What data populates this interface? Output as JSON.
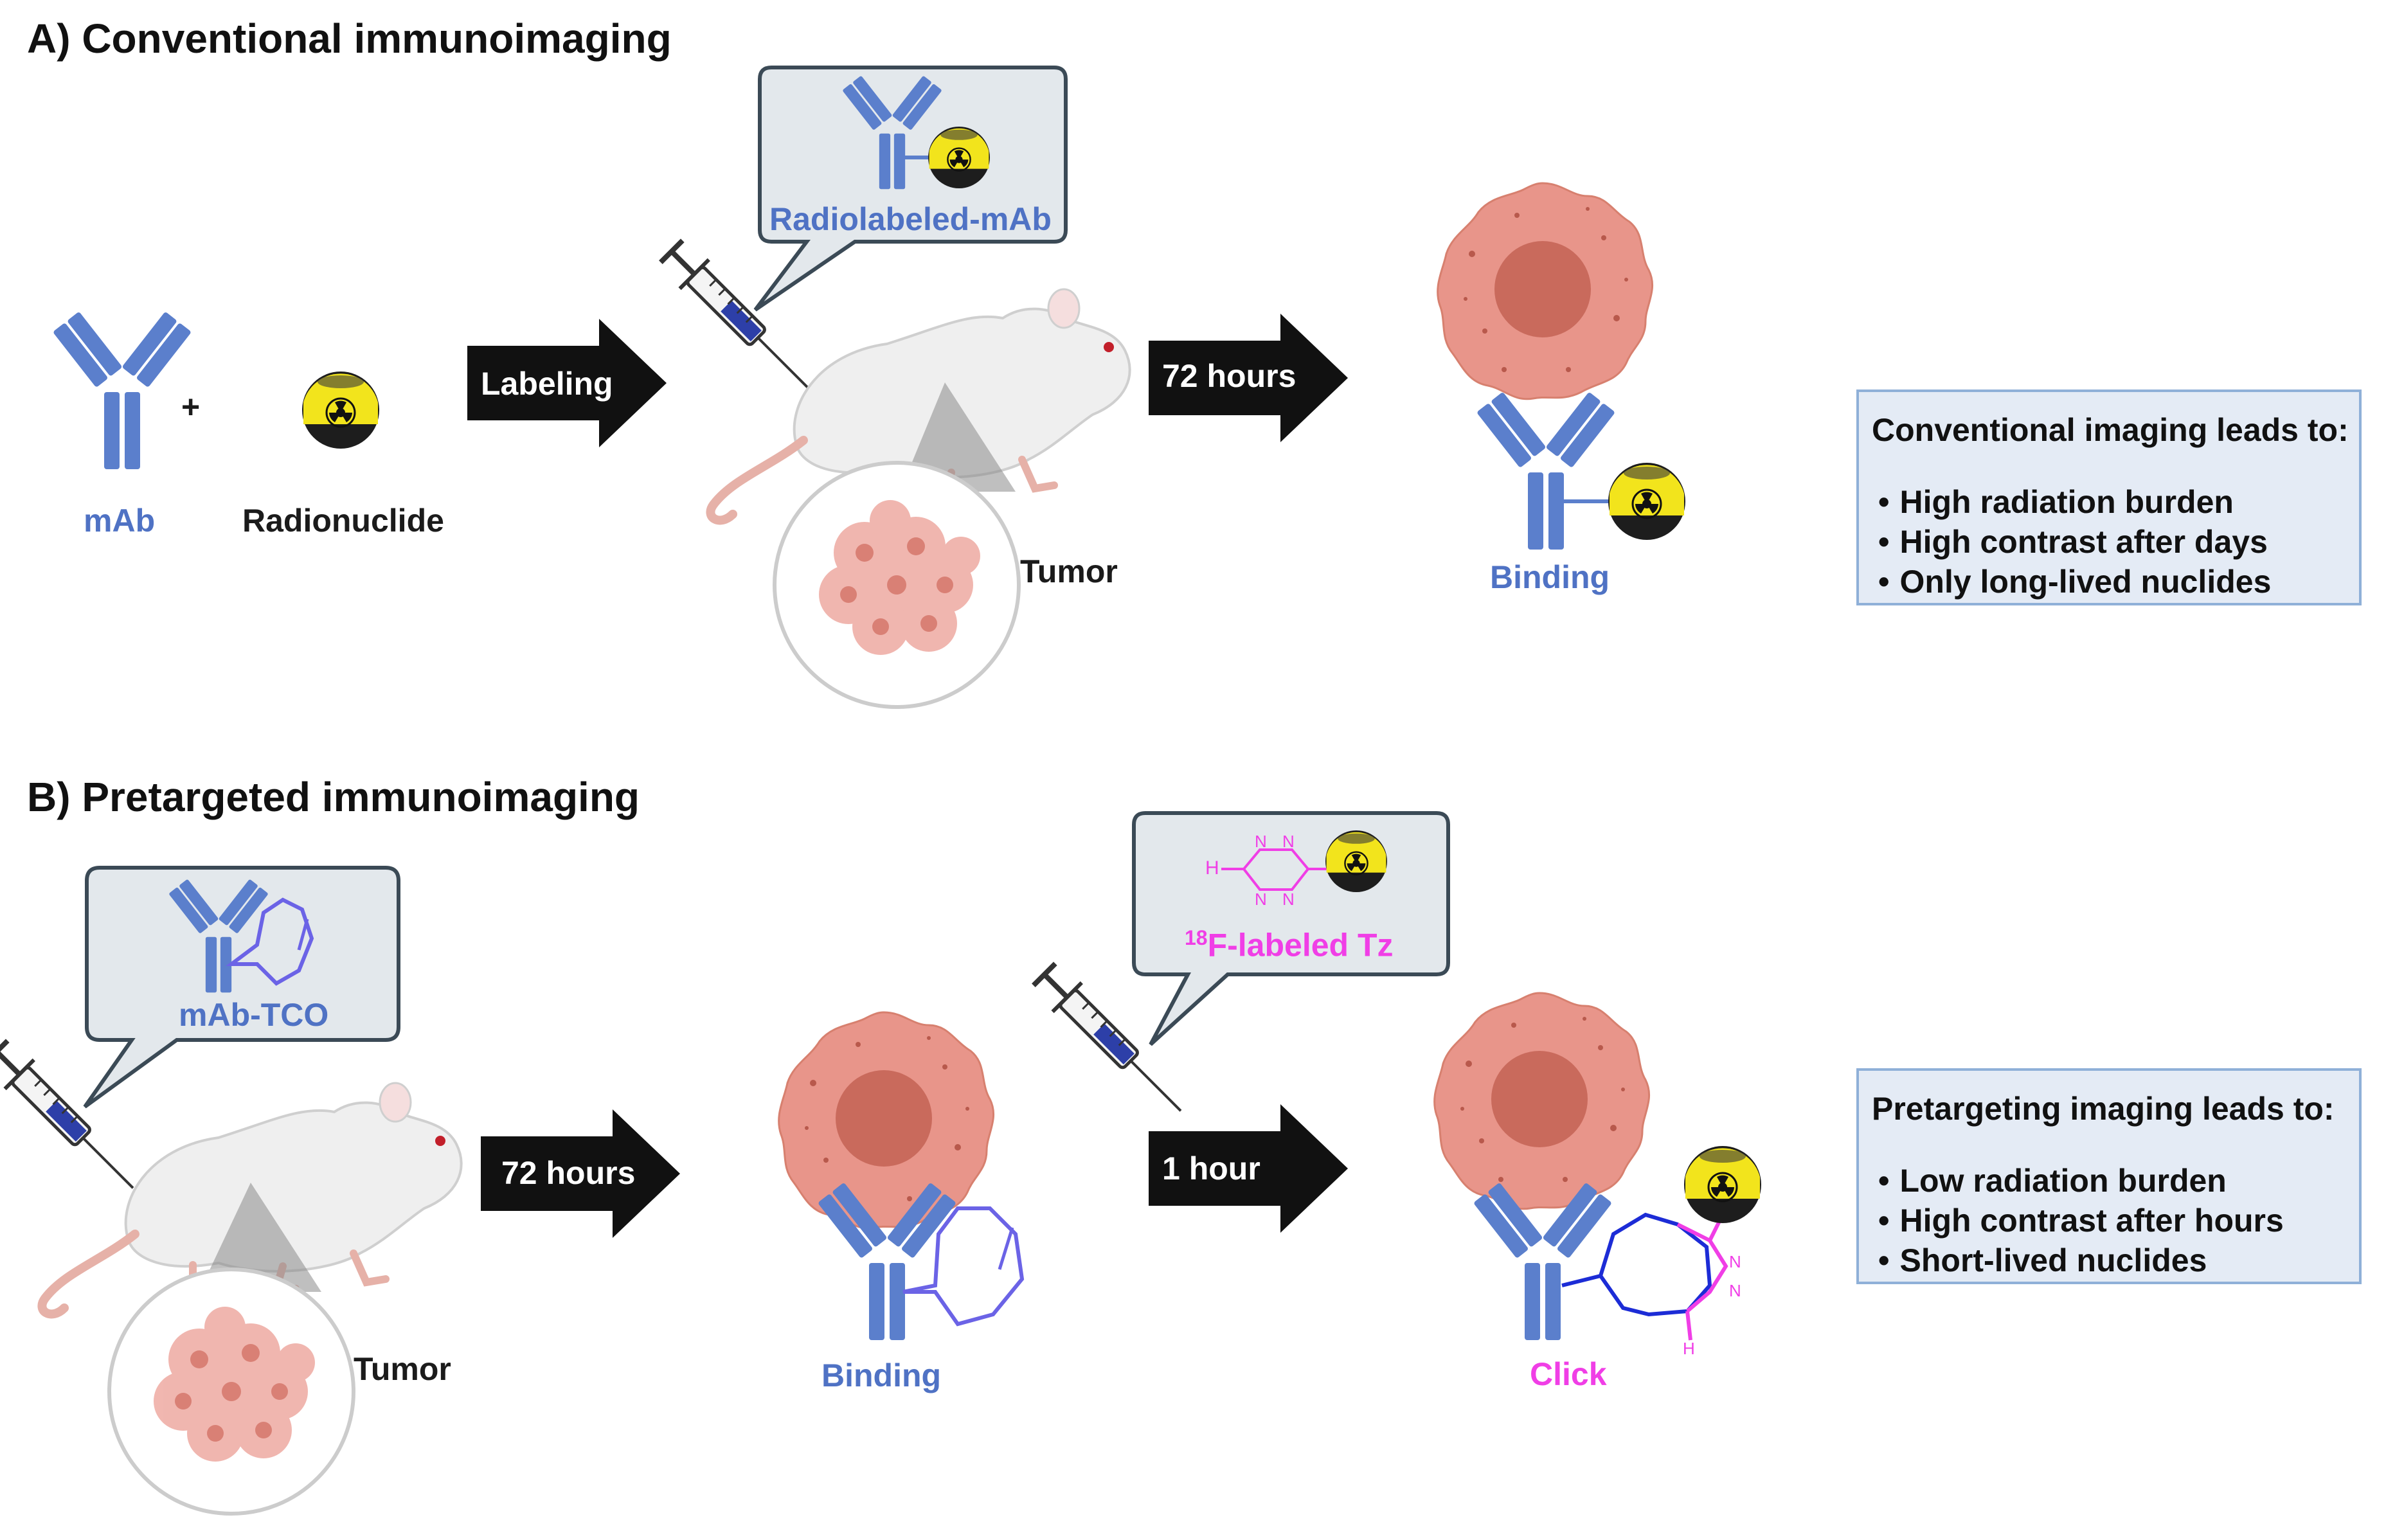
{
  "panel_a": {
    "title": "A) Conventional immunoimaging",
    "mab_label": "mAb",
    "plus": "+",
    "radionuclide_label": "Radionuclide",
    "step1_arrow": "Labeling",
    "callout_label": "Radiolabeled-mAb",
    "tumor_label": "Tumor",
    "step2_arrow": "72 hours",
    "binding_label": "Binding",
    "summary": {
      "heading": "Conventional imaging leads to:",
      "items": [
        "High radiation burden",
        "High contrast after days",
        "Only long-lived nuclides"
      ]
    }
  },
  "panel_b": {
    "title": "B) Pretargeted immunoimaging",
    "callout1_label": "mAb-TCO",
    "tumor_label": "Tumor",
    "step1_arrow": "72 hours",
    "binding_label": "Binding",
    "callout2_sup": "18",
    "callout2_label": "F-labeled Tz",
    "step2_arrow": "1 hour",
    "click_label": "Click",
    "tz_atoms": {
      "h": "H",
      "n": "N"
    },
    "summary": {
      "heading": "Pretargeting imaging leads to:",
      "items": [
        "Low radiation burden",
        "High contrast after hours",
        "Short-lived nuclides"
      ]
    }
  },
  "colors": {
    "antibody": "#5b7fcc",
    "tco": "#6b63e6",
    "tetrazine": "#f03ee6",
    "cell": "#e8958a",
    "nucleus": "#c96a5c",
    "arrow": "#111111",
    "box_fill": "#e4ebf5",
    "box_border": "#8fb0d8",
    "radio_yellow": "#f2e41c"
  }
}
